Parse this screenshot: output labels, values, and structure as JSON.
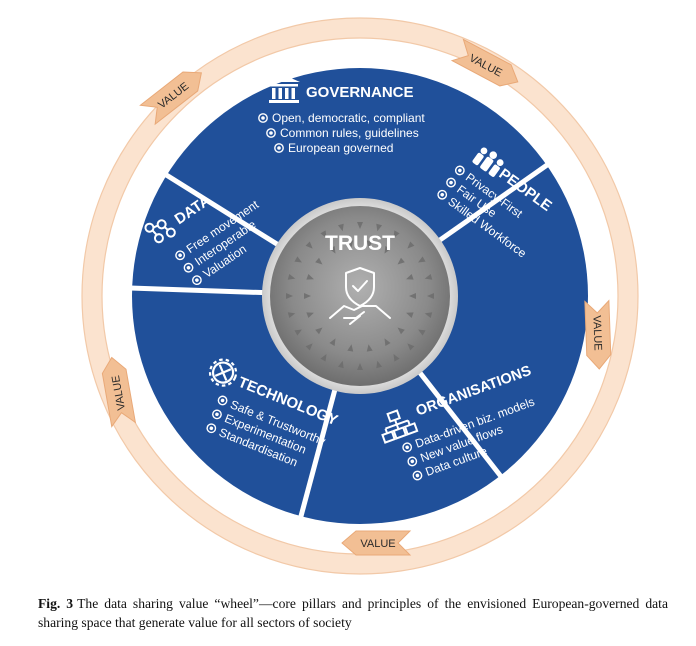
{
  "center": {
    "title": "TRUST"
  },
  "segments": [
    {
      "key": "governance",
      "title": "GOVERNANCE",
      "icon": "building-icon",
      "items": [
        "Open, democratic, compliant",
        "Common rules, guidelines",
        "European governed"
      ]
    },
    {
      "key": "people",
      "title": "PEOPLE",
      "icon": "people-icon",
      "items": [
        "Privacy-First",
        "Fair Use",
        "Skilled Workforce"
      ]
    },
    {
      "key": "organisations",
      "title": "ORGANISATIONS",
      "icon": "org-chart-icon",
      "items": [
        "Data-driven biz. models",
        "New value flows",
        "Data culture"
      ]
    },
    {
      "key": "technology",
      "title": "TECHNOLOGY",
      "icon": "gear-wrench-icon",
      "items": [
        "Safe & Trustworthy",
        "Experimentation",
        "Standardisation"
      ]
    },
    {
      "key": "data",
      "title": "DATA",
      "icon": "molecule-icon",
      "items": [
        "Free movement",
        "Interoperable",
        "Valuation"
      ]
    }
  ],
  "value_label": "VALUE",
  "caption": {
    "label": "Fig. 3",
    "text": "The data sharing value “wheel”—core pillars and principles of the envisioned European-governed data sharing space that generate value for all sectors of society"
  },
  "colors": {
    "segment_blue": "#20509a",
    "ring_peach": "#fbe3cf",
    "arrow_peach": "#f2bf94",
    "center_gray": "#8c8c8c"
  }
}
